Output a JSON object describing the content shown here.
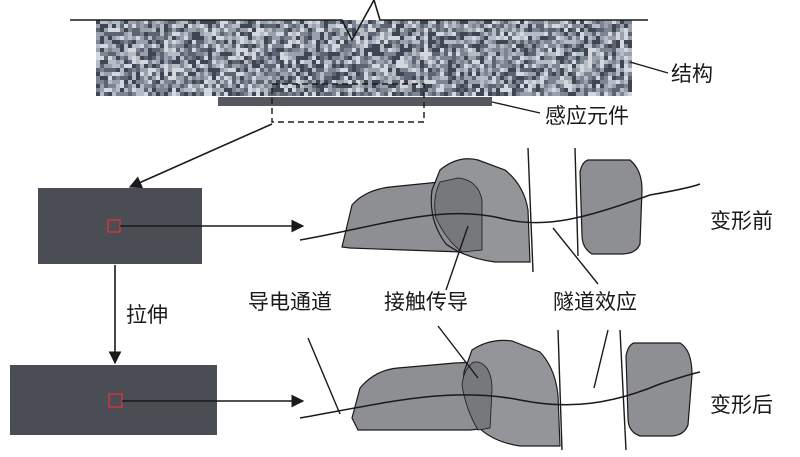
{
  "labels": {
    "structure": "结构",
    "sensing_element": "感应元件",
    "deform_before": "变形前",
    "deform_after": "变形后",
    "stretch": "拉伸",
    "conductive_channel": "导电通道",
    "contact_conduction": "接触传导",
    "tunnel_effect": "隧道效应"
  },
  "colors": {
    "line": "#1a1a1a",
    "element_bar": "#55585e",
    "block": "#4b4d54",
    "particle": "#8d8f93",
    "particle_overlap": "#76787c",
    "marker": "#d8343c",
    "noise_tones": [
      "#5d6472",
      "#7d8593",
      "#9aa1ad",
      "#b6bcc6",
      "#d4d8de",
      "#3f4653"
    ]
  }
}
